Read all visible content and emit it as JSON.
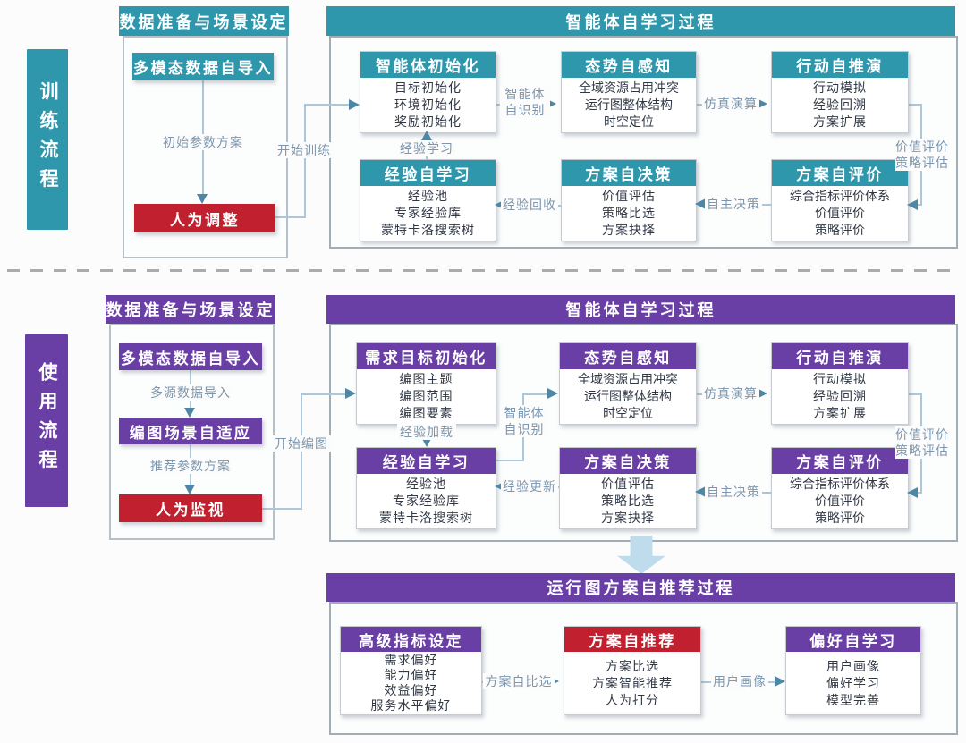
{
  "palette": {
    "teal": "#2e97ac",
    "purple": "#6a3fa5",
    "red": "#c1202f",
    "connector_line": "#abc7d9",
    "connector_arrow": "#4e86a6",
    "connector_text": "#7b96ae",
    "node_text": "#303845"
  },
  "training": {
    "side_label": "训练流程",
    "prep": {
      "title": "数据准备与场景设定",
      "import_label": "多模态数据自导入",
      "flow1_label": "初始参数方案",
      "human_label": "人为调整",
      "start_label": "开始训练"
    },
    "process": {
      "title": "智能体自学习过程",
      "init": {
        "title": "智能体初始化",
        "items": [
          "目标初始化",
          "环境初始化",
          "奖励初始化"
        ]
      },
      "situation": {
        "title": "态势自感知",
        "items": [
          "全域资源占用冲突",
          "运行图整体结构",
          "时空定位"
        ]
      },
      "action": {
        "title": "行动自推演",
        "items": [
          "行动模拟",
          "经验回溯",
          "方案扩展"
        ]
      },
      "evaluate": {
        "title": "方案自评价",
        "items": [
          "综合指标评价体系",
          "价值评价",
          "策略评价"
        ]
      },
      "decide": {
        "title": "方案自决策",
        "items": [
          "价值评估",
          "策略比选",
          "方案抉择"
        ]
      },
      "experience": {
        "title": "经验自学习",
        "items": [
          "经验池",
          "专家经验库",
          "蒙特卡洛搜索树"
        ]
      },
      "labels": {
        "recognize": [
          "智能体",
          "自识别"
        ],
        "simulate": "仿真演算",
        "value_eval": [
          "价值评价",
          "策略评估"
        ],
        "auto_decide": "自主决策",
        "exp_back": "经验回收",
        "exp_learn": "经验学习"
      }
    }
  },
  "usage": {
    "side_label": "使用流程",
    "prep": {
      "title": "数据准备与场景设定",
      "import_label": "多模态数据自导入",
      "flow1_label": "多源数据导入",
      "adapt_label": "编图场景自适应",
      "flow2_label": "推荐参数方案",
      "human_label": "人为监视",
      "start_label": "开始编图"
    },
    "process": {
      "title": "智能体自学习过程",
      "init": {
        "title": "需求目标初始化",
        "items": [
          "编图主题",
          "编图范围",
          "编图要素"
        ]
      },
      "situation": {
        "title": "态势自感知",
        "items": [
          "全域资源占用冲突",
          "运行图整体结构",
          "时空定位"
        ]
      },
      "action": {
        "title": "行动自推演",
        "items": [
          "行动模拟",
          "经验回溯",
          "方案扩展"
        ]
      },
      "evaluate": {
        "title": "方案自评价",
        "items": [
          "综合指标评价体系",
          "价值评价",
          "策略评价"
        ]
      },
      "decide": {
        "title": "方案自决策",
        "items": [
          "价值评估",
          "策略比选",
          "方案抉择"
        ]
      },
      "experience": {
        "title": "经验自学习",
        "items": [
          "经验池",
          "专家经验库",
          "蒙特卡洛搜索树"
        ]
      },
      "labels": {
        "exp_load": "经验加载",
        "recognize": [
          "智能体",
          "自识别"
        ],
        "simulate": "仿真演算",
        "value_eval": [
          "价值评价",
          "策略评估"
        ],
        "auto_decide": "自主决策",
        "exp_update": "经验更新"
      }
    }
  },
  "recommend": {
    "title": "运行图方案自推荐过程",
    "indicator": {
      "title": "高级指标设定",
      "items": [
        "需求偏好",
        "能力偏好",
        "效益偏好",
        "服务水平偏好"
      ]
    },
    "scheme": {
      "title": "方案自推荐",
      "items": [
        "方案比选",
        "方案智能推荐",
        "人为打分"
      ]
    },
    "preference": {
      "title": "偏好自学习",
      "items": [
        "用户画像",
        "偏好学习",
        "模型完善"
      ]
    },
    "labels": {
      "compare": "方案自比选",
      "profile": "用户画像"
    }
  }
}
